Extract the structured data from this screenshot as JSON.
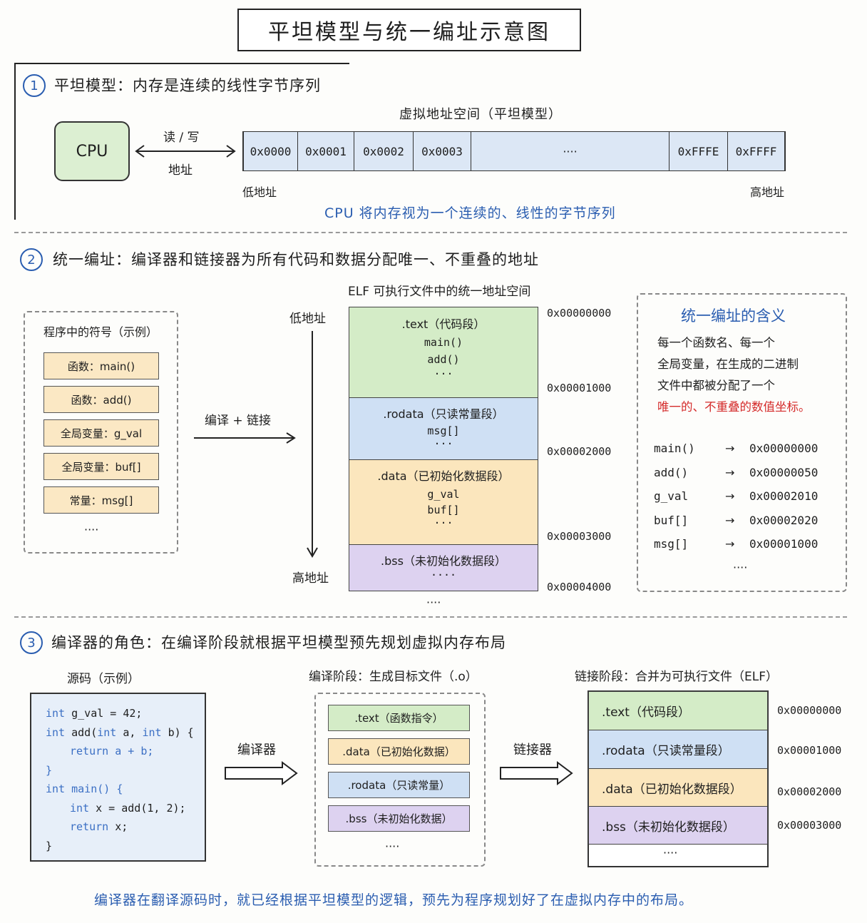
{
  "title": "平坦模型与统一编址示意图",
  "section1": {
    "num": "1",
    "title": "平坦模型：内存是连续的线性字节序列",
    "space_label": "虚拟地址空间（平坦模型）",
    "cpu": "CPU",
    "rw": "读 / 写",
    "addr": "地址",
    "cells": [
      "0x0000",
      "0x0001",
      "0x0002",
      "0x0003",
      "····",
      "0xFFFE",
      "0xFFFF"
    ],
    "low": "低地址",
    "high": "高地址",
    "caption": "CPU 将内存视为一个连续的、线性的字节序列"
  },
  "section2": {
    "num": "2",
    "title": "统一编址：编译器和链接器为所有代码和数据分配唯一、不重叠的地址",
    "symbols_title": "程序中的符号（示例）",
    "symbols": [
      "函数：main()",
      "函数：add()",
      "全局变量：g_val",
      "全局变量：buf[]",
      "常量：msg[]"
    ],
    "symbols_more": "····",
    "compile_link": "编译 + 链接",
    "low": "低地址",
    "high": "高地址",
    "elf_title": "ELF 可执行文件中的统一地址空间",
    "segments": [
      {
        "name": ".text（代码段）",
        "items": [
          "main()",
          "add()",
          "···"
        ]
      },
      {
        "name": ".rodata（只读常量段）",
        "items": [
          "msg[]",
          "···"
        ]
      },
      {
        "name": ".data（已初始化数据段）",
        "items": [
          "g_val",
          "buf[]",
          "···"
        ]
      },
      {
        "name": ".bss（未初始化数据段）",
        "items": [
          "····"
        ]
      }
    ],
    "seg_more": "····",
    "addresses": [
      "0x00000000",
      "0x00001000",
      "0x00002000",
      "0x00003000",
      "0x00004000"
    ],
    "meaning_title": "统一编址的含义",
    "meaning_lines": [
      "每一个函数名、每一个",
      "全局变量，在生成的二进制",
      "文件中都被分配了一个"
    ],
    "meaning_red": "唯一的、不重叠的数值坐标。",
    "mapping": [
      {
        "sym": "main()",
        "arrow": "→",
        "addr": "0x00000000"
      },
      {
        "sym": "add()",
        "arrow": "→",
        "addr": "0x00000050"
      },
      {
        "sym": "g_val",
        "arrow": "→",
        "addr": "0x00002010"
      },
      {
        "sym": "buf[]",
        "arrow": "→",
        "addr": "0x00002020"
      },
      {
        "sym": "msg[]",
        "arrow": "→",
        "addr": "0x00001000"
      }
    ],
    "mapping_more": "····"
  },
  "section3": {
    "num": "3",
    "title": "编译器的角色：在编译阶段就根据平坦模型预先规划虚拟内存布局",
    "source_title": "源码（示例）",
    "code": [
      {
        "kw": "int",
        "rest": " g_val = 42;",
        "indent": 0
      },
      {
        "kw": "int",
        "rest": " add(",
        "kw2": "int",
        "rest2": " a, ",
        "kw3": "int",
        "rest3": " b) {",
        "indent": 0
      },
      {
        "kw": "return",
        "rest": " a + b;",
        "indent": 1
      },
      {
        "kw": "",
        "rest": "}",
        "indent": 0
      },
      {
        "kw": "int",
        "rest": " main() {",
        "indent": 0
      },
      {
        "kw": "int",
        "rest": " x = add(1, 2);",
        "indent": 1
      },
      {
        "kw": "return",
        "rest": " x;",
        "indent": 1
      },
      {
        "kw": "",
        "rest": "}",
        "indent": 0
      }
    ],
    "compiler": "编译器",
    "compile_stage": "编译阶段：生成目标文件（.o）",
    "obj_sections": [
      ".text（函数指令）",
      ".data（已初始化数据）",
      ".rodata（只读常量）",
      ".bss（未初始化数据）"
    ],
    "obj_more": "····",
    "linker": "链接器",
    "link_stage": "链接阶段：合并为可执行文件（ELF）",
    "elf_sections": [
      ".text（代码段）",
      ".rodata（只读常量段）",
      ".data（已初始化数据段）",
      ".bss（未初始化数据段）"
    ],
    "elf_more": "····",
    "elf_addresses": [
      "0x00000000",
      "0x00001000",
      "0x00002000",
      "0x00003000"
    ],
    "caption": "编译器在翻译源码时，就已经根据平坦模型的逻辑，预先为程序规划好了在虚拟内存中的布局。"
  }
}
